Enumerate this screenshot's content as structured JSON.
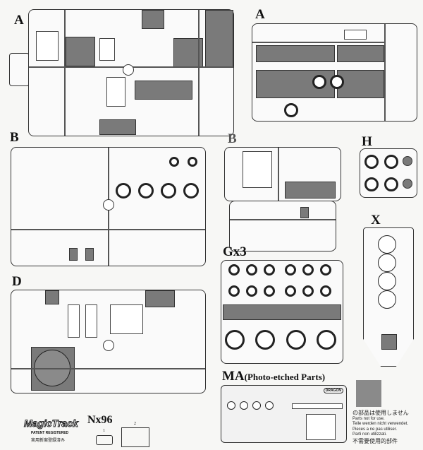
{
  "sprues": {
    "a_left": {
      "label": "A"
    },
    "a_right": {
      "label": "A"
    },
    "b_left": {
      "label": "B"
    },
    "b_right": {
      "label": "B"
    },
    "h": {
      "label": "H"
    },
    "x": {
      "label": "X"
    },
    "d": {
      "label": "D"
    },
    "g": {
      "label": "Gx3"
    },
    "ma": {
      "label": "MA",
      "sublabel": "(Photo-etched Parts)",
      "brand": "DRAGON"
    },
    "n": {
      "label": "Nx96",
      "parts": [
        "1",
        "2"
      ]
    }
  },
  "magic_track": {
    "logo": "MagicTrack",
    "patent": "PATENT REGISTERED",
    "patent_jp": "実用新案登録済み"
  },
  "legend": {
    "color": "#8a8a8a",
    "lines": [
      "の部品は使用しません",
      "Parts not for use.",
      "Teile werden nicht verwendet.",
      "Pieces a ne pas utiliser.",
      "Parti non utilizzati.",
      "不需要使用的部件"
    ]
  }
}
